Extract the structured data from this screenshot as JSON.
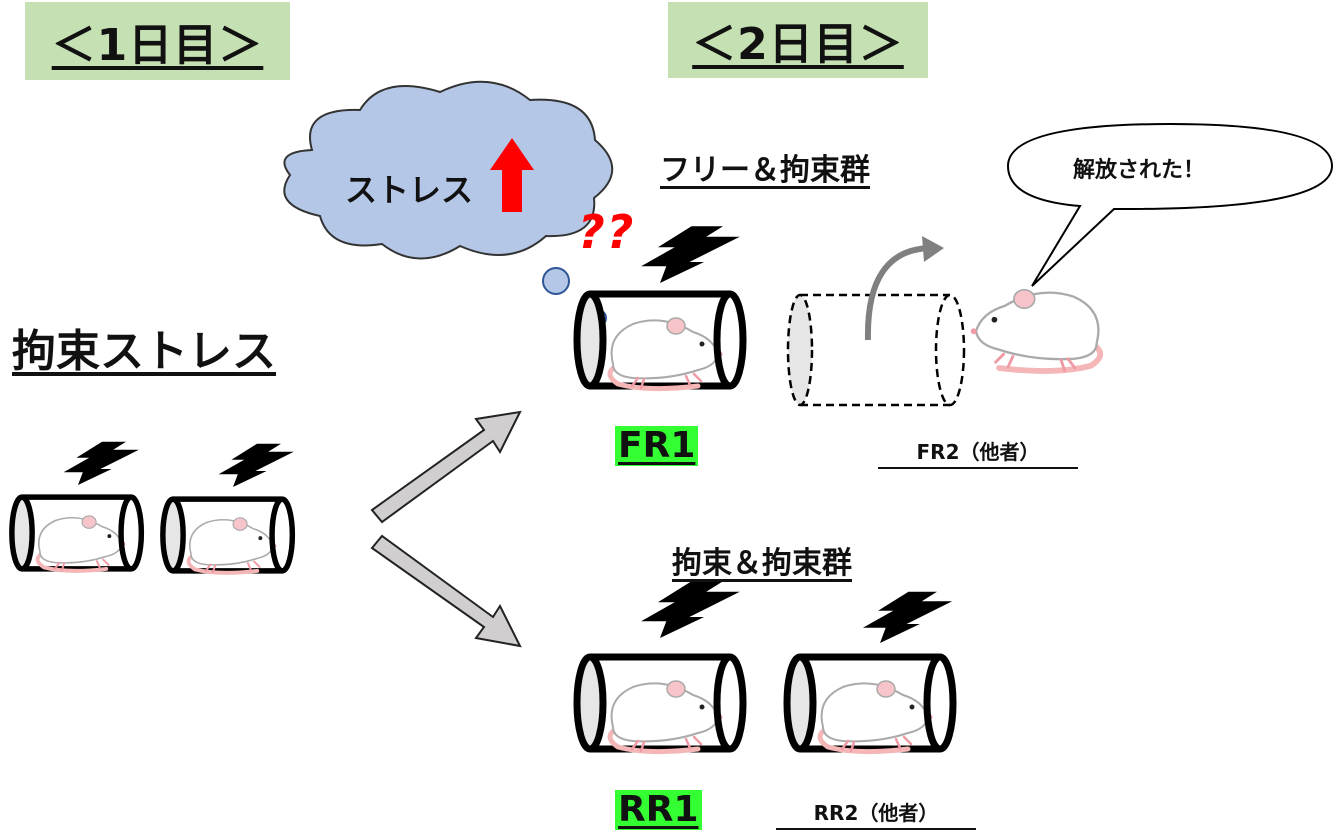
{
  "day1_label": "＜1日目＞",
  "day2_label": "＜2日目＞",
  "stress_heading": "拘束ストレス",
  "thought_cloud": {
    "text": "ストレス"
  },
  "question_marks": "??",
  "speech_bubble": {
    "text": "解放された！"
  },
  "groups": {
    "free_restraint": {
      "title": "フリー＆拘束群",
      "subject": "FR1",
      "other": "FR2（他者）"
    },
    "restraint_restraint": {
      "title": "拘束＆拘束群",
      "subject": "RR1",
      "other": "RR2（他者）"
    }
  },
  "colors": {
    "day_label_bg": "#c5e0b3",
    "tag_highlight": "#33ff33",
    "cloud_fill": "#b4c7e7",
    "stress_arrow": "#ff0000",
    "question_marks": "#ff0000",
    "transition_arrow": "#d0cece"
  }
}
